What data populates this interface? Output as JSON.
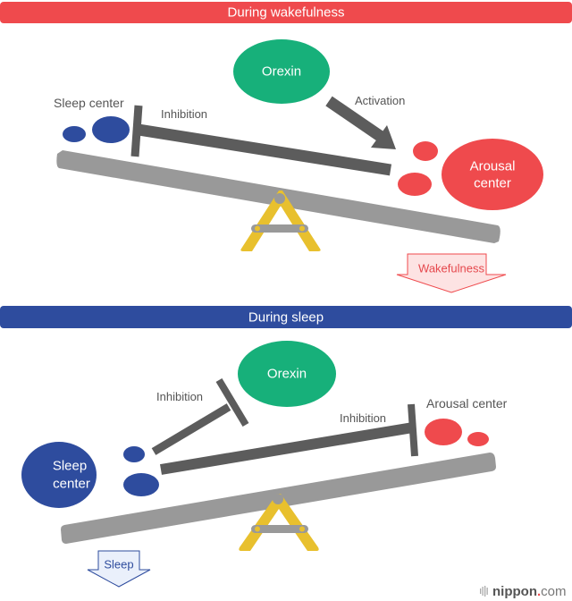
{
  "colors": {
    "wake_red": "#ef4a4d",
    "sleep_blue": "#2e4c9e",
    "orexin_green": "#17b07a",
    "bar_gray": "#5c5c5c",
    "seesaw_gray": "#999999",
    "fulcrum_yellow": "#e8c02e"
  },
  "wake": {
    "banner": "During wakefulness",
    "orexin": "Orexin",
    "sleep_center_label": "Sleep center",
    "inhibition_label": "Inhibition",
    "activation_label": "Activation",
    "arousal_line1": "Arousal",
    "arousal_line2": "center",
    "result_arrow": "Wakefulness"
  },
  "sleep": {
    "banner": "During sleep",
    "orexin": "Orexin",
    "inhibition_label_1": "Inhibition",
    "inhibition_label_2": "Inhibition",
    "arousal_center_label": "Arousal center",
    "sleep_line1": "Sleep",
    "sleep_line2": "center",
    "result_arrow": "Sleep"
  },
  "footer": {
    "logo_bold": "nippon",
    "logo_dot": ".",
    "logo_light": "com"
  }
}
